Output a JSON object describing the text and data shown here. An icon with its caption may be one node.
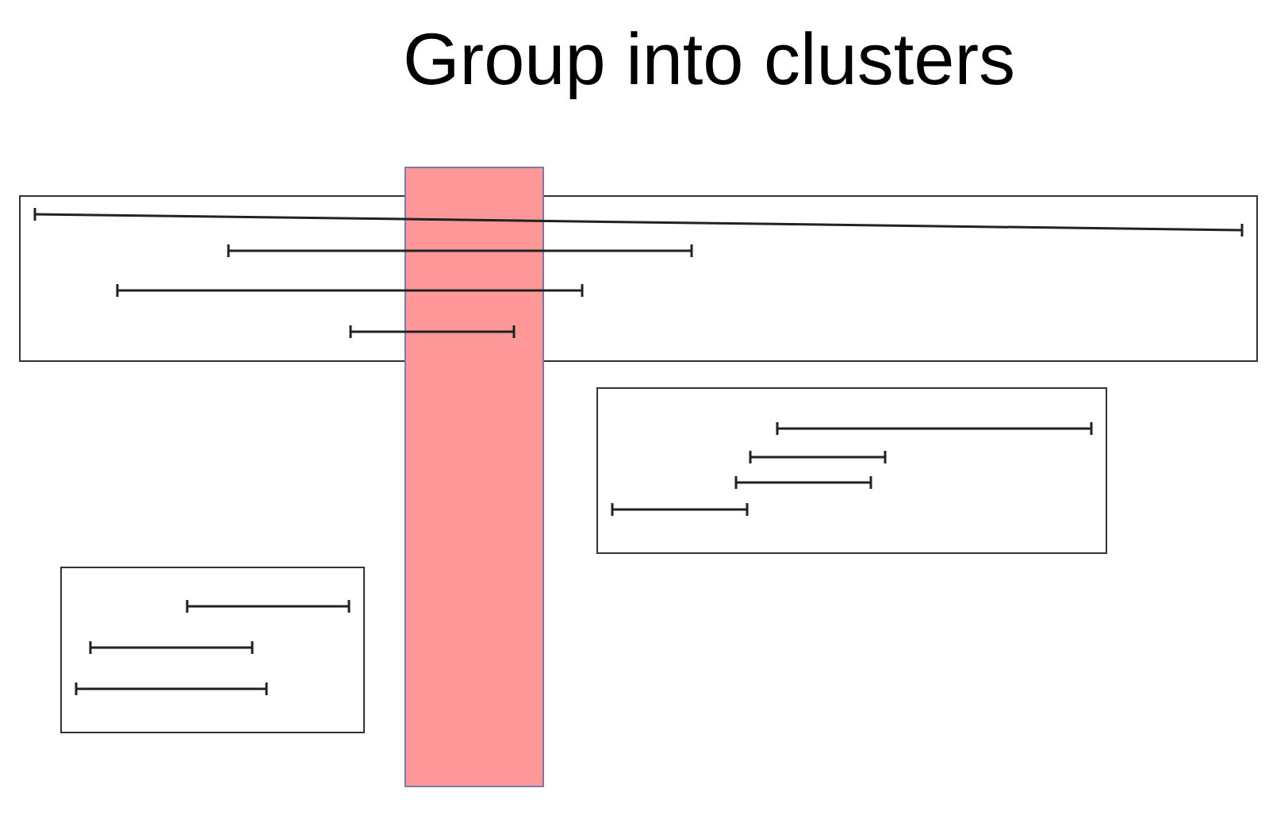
{
  "diagram": {
    "title": "Group into clusters",
    "nodes": [
      {
        "text": [],
        "shape": "bar"
      },
      {
        "text": [],
        "shape": "box"
      },
      {
        "text": [],
        "shape": "box"
      },
      {
        "text": [],
        "shape": "box"
      }
    ]
  }
}
